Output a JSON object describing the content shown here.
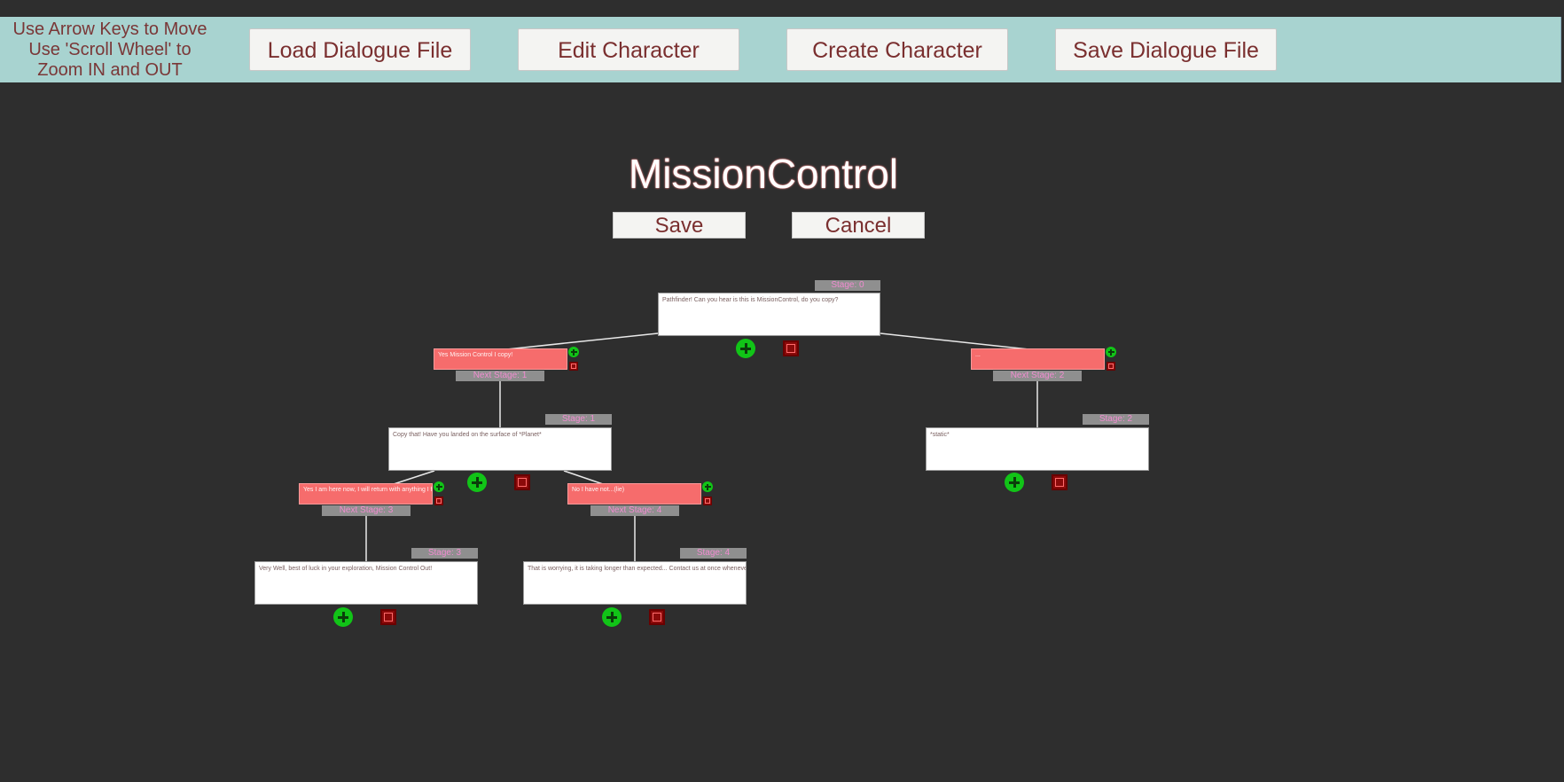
{
  "toolbar": {
    "help_line1": "Use Arrow Keys to Move",
    "help_line2": "Use 'Scroll Wheel' to",
    "help_line3": "Zoom IN and OUT",
    "load_label": "Load Dialogue File",
    "edit_label": "Edit Character",
    "create_label": "Create Character",
    "save_file_label": "Save Dialogue File"
  },
  "editor": {
    "character_name": "MissionControl",
    "save_label": "Save",
    "cancel_label": "Cancel"
  },
  "tree": {
    "stages": [
      {
        "tag": "Stage: 0",
        "text": "Pathfinder! Can you hear is this is MissionControl, do you copy?"
      },
      {
        "tag": "Stage: 1",
        "text": "Copy that! Have you landed on the surface of *Planet*"
      },
      {
        "tag": "Stage: 2",
        "text": "*static*"
      },
      {
        "tag": "Stage: 3",
        "text": "Very Well, best of luck in your exploration, Mission Control Out!"
      },
      {
        "tag": "Stage: 4",
        "text": "That is worrying, it is taking longer than expected... Contact us at once whenever you land!"
      }
    ],
    "responses": [
      {
        "text": "Yes Mission Control I copy!",
        "next": "Next Stage: 1"
      },
      {
        "text": "...",
        "next": "Next Stage: 2"
      },
      {
        "text": "Yes I am here now, I will return with anything I find",
        "next": "Next Stage: 3"
      },
      {
        "text": "No I have not...(lie)",
        "next": "Next Stage: 4"
      }
    ]
  },
  "colors": {
    "background": "#2e2e2e",
    "toolbar": "#a8d3d0",
    "response": "#f66c6c",
    "add": "#11c417",
    "delete": "#8b0a0a",
    "stage_tag_text": "#f08cd0"
  },
  "icons": [
    "plus-circle-icon",
    "close-square-icon"
  ]
}
